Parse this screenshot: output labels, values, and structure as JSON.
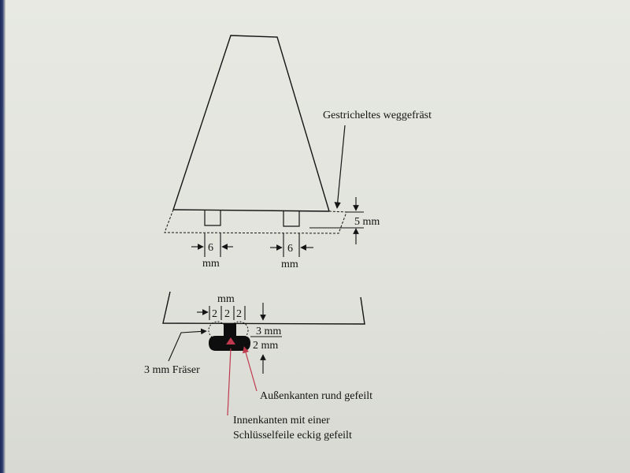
{
  "labels": {
    "milled_dashed": "Gestricheltes weggefräst",
    "depth_5": "5 mm",
    "width_6_left": "6",
    "unit_left": "mm",
    "width_6_right": "6",
    "unit_right": "mm",
    "unit_top": "mm",
    "seg_1": "2",
    "seg_2": "2",
    "seg_3": "2",
    "depth_3": "3 mm",
    "depth_2": "2 mm",
    "cutter": "3 mm Fräser",
    "outer_edges": "Außenkanten rund gefeilt",
    "inner_edges_line1": "Innenkanten mit einer",
    "inner_edges_line2": "Schlüsselfeile eckig gefeilt"
  },
  "colors": {
    "ink": "#141414",
    "annotation_red": "#c0394f",
    "paper": "#e3e5de"
  }
}
